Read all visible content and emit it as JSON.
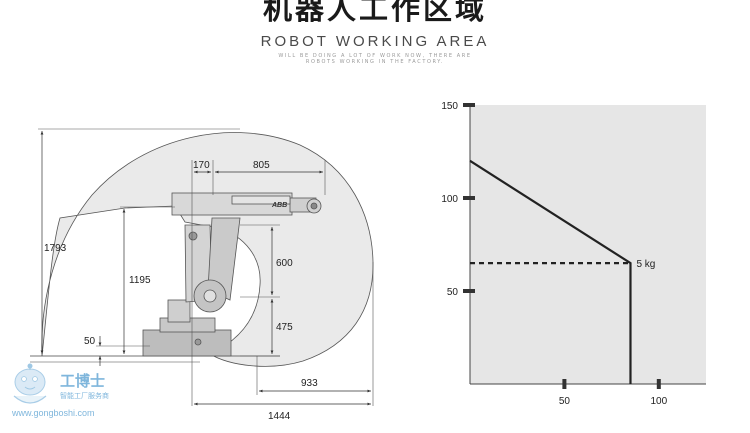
{
  "header": {
    "title_cn": "机器人工作区域",
    "title_en": "ROBOT WORKING AREA",
    "subtitle_line1": "WILL BE DOING A LOT OF WORK NOW, THERE ARE",
    "subtitle_line2": "ROBOTS WORKING IN THE FACTORY."
  },
  "robot_drawing": {
    "logo_text": "ABB",
    "dimensions": {
      "total_height": "1793",
      "shoulder_height": "1195",
      "base_height": "50",
      "upper_offset": "170",
      "forearm_length": "805",
      "upper_arm": "600",
      "lower_arm": "475",
      "rear_reach": "933",
      "max_reach": "1444"
    }
  },
  "chart_data": {
    "type": "line",
    "title": "",
    "xlabel": "",
    "ylabel": "",
    "xlim": [
      0,
      125
    ],
    "ylim": [
      0,
      150
    ],
    "x_ticks": [
      "50",
      "100"
    ],
    "y_ticks": [
      "150",
      "100",
      "50"
    ],
    "series": [
      {
        "x": [
          0,
          85,
          85
        ],
        "y": [
          120,
          65,
          0
        ],
        "style": "solid"
      },
      {
        "x": [
          0,
          85
        ],
        "y": [
          65,
          65
        ],
        "style": "dashed"
      }
    ],
    "annotations": [
      {
        "text": "5 kg",
        "x": 85,
        "y": 65
      }
    ],
    "fill_color": "#e6e6e6"
  },
  "watermark": {
    "cn": "工博士",
    "cn_small": "智能工厂服务商",
    "url": "www.gongboshi.com"
  }
}
